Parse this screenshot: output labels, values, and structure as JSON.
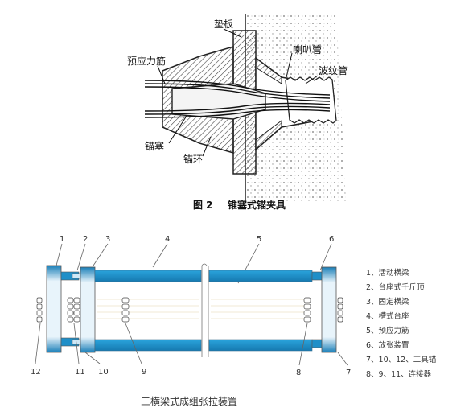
{
  "figure1": {
    "labels": {
      "bearing_plate": "垫板",
      "horn_pipe": "喇叭管",
      "tendon": "预应力筋",
      "corrugated_duct": "波纹管",
      "plug": "锚塞",
      "ring": "锚环"
    },
    "caption_number": "图 2",
    "caption_text": "锥塞式锚夹具"
  },
  "figure2": {
    "callout_numbers": [
      "1",
      "2",
      "3",
      "4",
      "5",
      "6",
      "7",
      "8",
      "9",
      "10",
      "11",
      "12"
    ],
    "legend": [
      "1、活动横梁",
      "2、台座式千斤顶",
      "3、固定横梁",
      "4、槽式台座",
      "5、预应力筋",
      "6、放张装置",
      "7、10、12、工具锚",
      "8、9、11、连接器"
    ],
    "caption": "三横梁式成组张拉装置"
  },
  "colors": {
    "beam_blue": "#1f8fc8",
    "beam_light": "#cfe8f6",
    "hatch": "#555555",
    "concrete_dot": "#888888"
  }
}
